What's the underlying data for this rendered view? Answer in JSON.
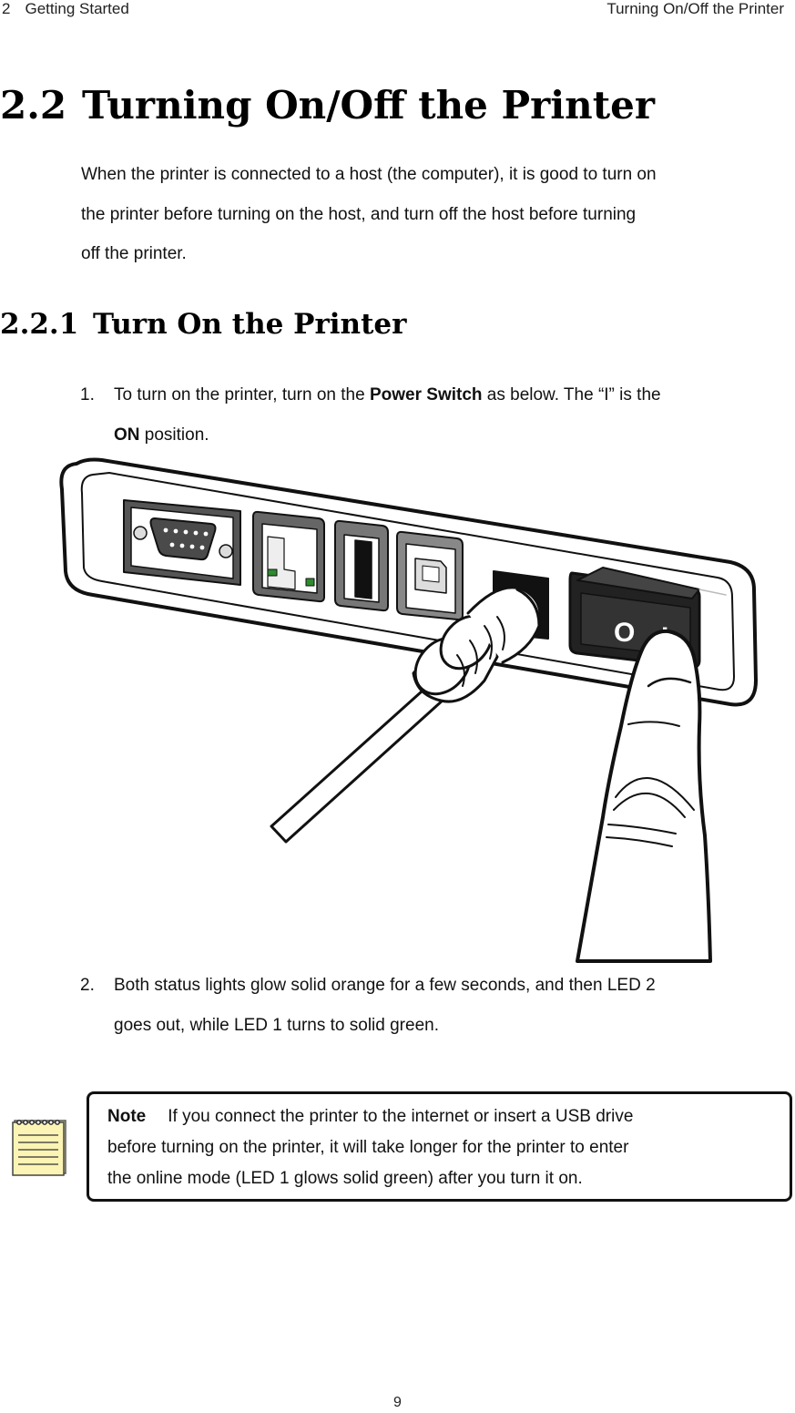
{
  "header": {
    "chapter_num": "2",
    "chapter_title": "Getting Started",
    "section_title": "Turning On/Off the Printer"
  },
  "section": {
    "num": "2.2",
    "title": "Turning On/Off the Printer"
  },
  "intro": [
    "When the printer is connected to a host (the computer), it is good to turn on",
    "the printer before turning on the host, and turn off the host before turning",
    "off the printer."
  ],
  "subsection": {
    "num": "2.2.1",
    "title": "Turn On the Printer"
  },
  "step1": {
    "num": "1.",
    "line1_pre": "To turn on the printer, turn on the ",
    "line1_bold": "Power Switch",
    "line1_post": " as below. The “I” is the",
    "line2_bold": "ON",
    "line2_post": " position."
  },
  "figure": {
    "switch_off_symbol": "O",
    "switch_on_symbol": "I"
  },
  "step2": {
    "num": "2.",
    "line1": "Both status lights glow solid orange for a few seconds, and then LED 2",
    "line2": "goes out, while LED 1 turns to solid green."
  },
  "note": {
    "label": "Note",
    "line1": "If you connect the printer to the internet or insert a USB drive",
    "line2": "before turning on the printer, it will take longer for the printer to enter",
    "line3": "the online mode (LED 1 glows solid green) after you turn it on."
  },
  "footer": {
    "page_number": "9"
  }
}
